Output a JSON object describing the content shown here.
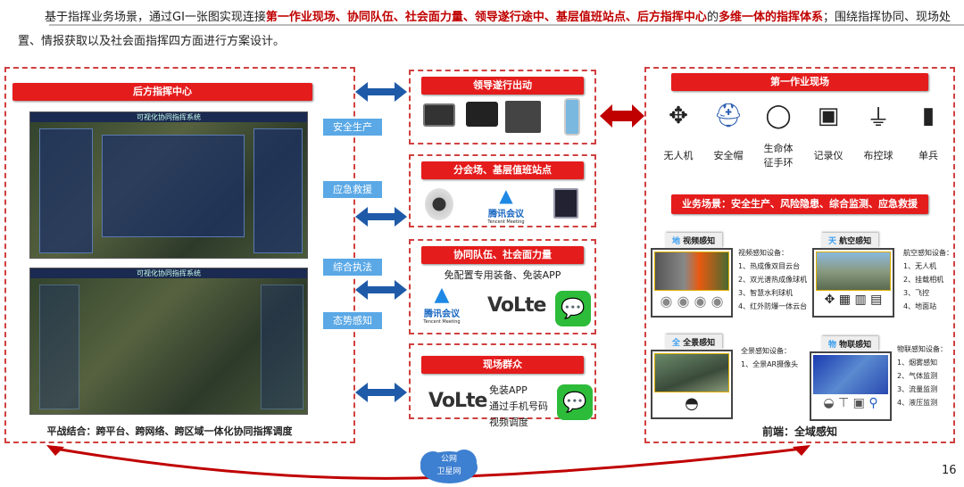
{
  "intro": {
    "p1": "基于指挥业务场景，通过GI一张图实现连接",
    "p2": "第一作业现场、协同队伍、社会面力量、领导遂行途中、基层值班站点、后方指挥中心",
    "p3": "的",
    "p4": "多维一体的指挥体系",
    "p5": "；围绕指挥协同、现场处置、情报获取以及社会面指挥四方面进行方案设计。"
  },
  "left": {
    "title": "后方指挥中心",
    "map_title": "可视化协同指挥系统",
    "footer": "平战结合：跨平台、跨网络、跨区域一体化协同指挥调度"
  },
  "links": [
    "安全生产",
    "应急救援",
    "综合执法",
    "态势感知"
  ],
  "middle": [
    {
      "title": "领导遂行出动"
    },
    {
      "title": "分会场、基层值班站点",
      "tencent": "腾讯会议",
      "tencent_en": "Tencent Meeting"
    },
    {
      "title": "协同队伍、社会面力量",
      "subtitle": "免配置专用装备、免装APP",
      "tencent": "腾讯会议",
      "tencent_en": "Tencent Meeting",
      "volte": "VoLte"
    },
    {
      "title": "现场群众",
      "volte": "VoLte",
      "lines": [
        "免装APP",
        "通过手机号码",
        "视频调度"
      ]
    }
  ],
  "right": {
    "title": "第一作业现场",
    "devices": [
      "无人机",
      "安全帽",
      "生命体征手环",
      "记录仪",
      "布控球",
      "单兵"
    ],
    "scene": "业务场景：安全生产、风险隐患、综合监测、应急救援",
    "quads": [
      {
        "tag": "地",
        "name": "视频感知",
        "head": "视频感知设备：",
        "items": [
          "1、热成像双目云台",
          "2、双光谱热成像球机",
          "3、智慧水利球机",
          "4、红外防爆一体云台"
        ]
      },
      {
        "tag": "天",
        "name": "航空感知",
        "head": "航空感知设备：",
        "items": [
          "1、无人机",
          "2、挂载相机",
          "3、飞控",
          "4、地面站"
        ]
      },
      {
        "tag": "全",
        "name": "全景感知",
        "head": "全景感知设备：",
        "items": [
          "1、全景AR摄像头"
        ]
      },
      {
        "tag": "物",
        "name": "物联感知",
        "head": "物联感知设备：",
        "items": [
          "1、烟雾感知",
          "2、气体监测",
          "3、流量监测",
          "4、液压监测"
        ]
      }
    ],
    "footer": "前端：全域感知"
  },
  "cloud": [
    "公网",
    "卫星网"
  ],
  "page": "16"
}
